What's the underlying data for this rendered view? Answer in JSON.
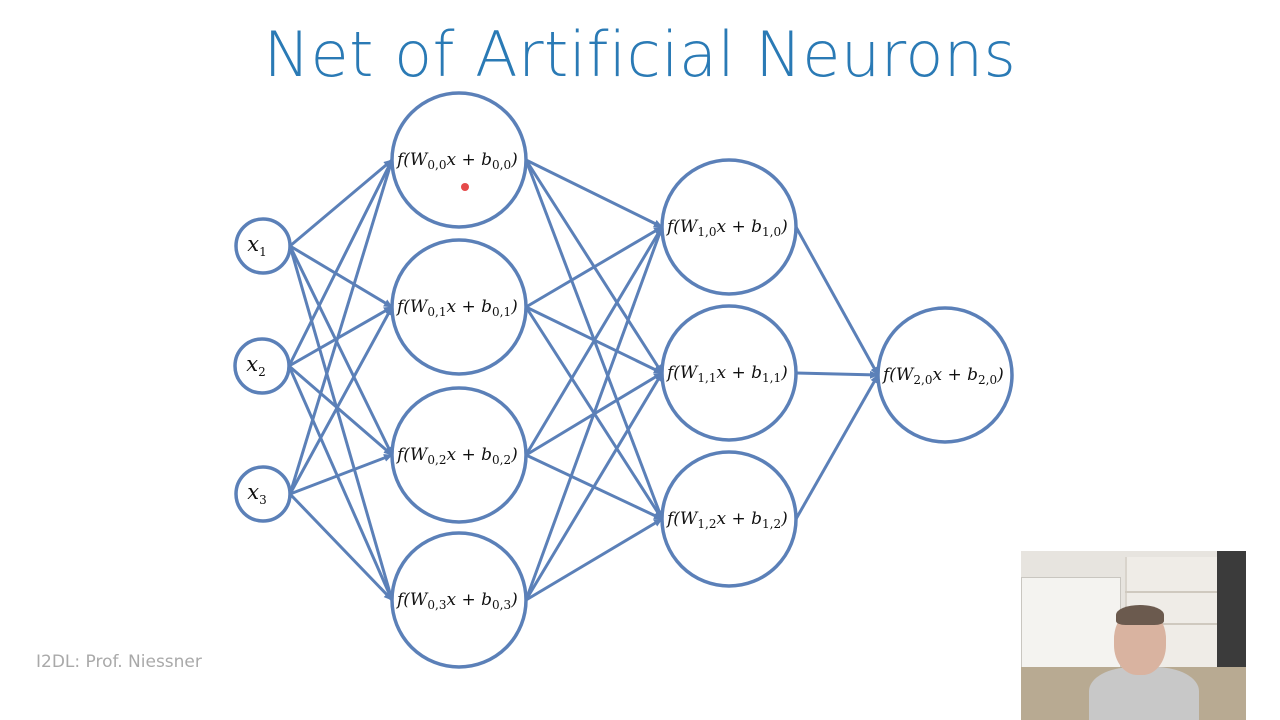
{
  "slide": {
    "title": "Net of Artificial Neurons",
    "footer": "I2DL: Prof. Niessner"
  },
  "colors": {
    "title": "#2a7ab5",
    "edges": "#5b80b8",
    "footer": "#a9a9a9"
  },
  "network": {
    "inputs": [
      {
        "id": "x1",
        "var": "x",
        "sub": "1"
      },
      {
        "id": "x2",
        "var": "x",
        "sub": "2"
      },
      {
        "id": "x3",
        "var": "x",
        "sub": "3"
      }
    ],
    "layers": [
      [
        {
          "id": "n00",
          "W": "0,0",
          "b": "0,0"
        },
        {
          "id": "n01",
          "W": "0,1",
          "b": "0,1"
        },
        {
          "id": "n02",
          "W": "0,2",
          "b": "0,2"
        },
        {
          "id": "n03",
          "W": "0,3",
          "b": "0,3"
        }
      ],
      [
        {
          "id": "n10",
          "W": "1,0",
          "b": "1,0"
        },
        {
          "id": "n11",
          "W": "1,1",
          "b": "1,1"
        },
        {
          "id": "n12",
          "W": "1,2",
          "b": "1,2"
        }
      ],
      [
        {
          "id": "n20",
          "W": "2,0",
          "b": "2,0"
        }
      ]
    ]
  },
  "webcam": {
    "icon": "presenter-webcam"
  }
}
